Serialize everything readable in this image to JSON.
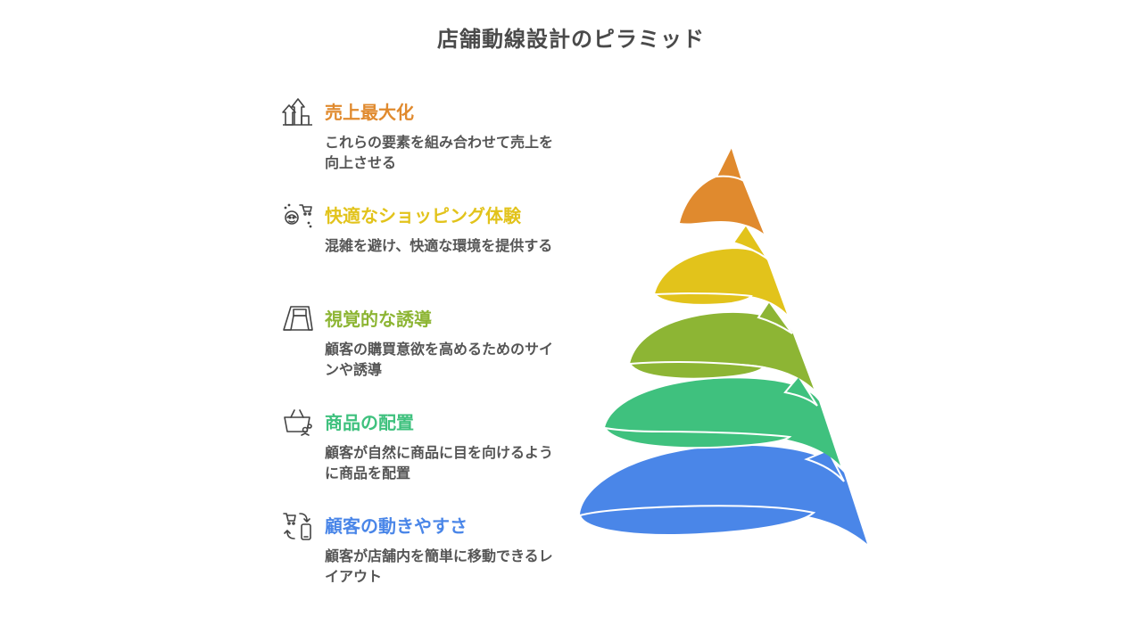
{
  "title": "店舗動線設計のピラミッド",
  "levels": [
    {
      "heading": "売上最大化",
      "description": "これらの要素を組み合わせて売上を向上させる",
      "icon": "growth-arrow-icon",
      "color": "#e08a2e"
    },
    {
      "heading": "快適なショッピング体験",
      "description": "混雑を避け、快適な環境を提供する",
      "icon": "shopper-cart-icon",
      "color": "#e2c31b"
    },
    {
      "heading": "視覚的な誘導",
      "description": "顧客の購買意欲を高めるためのサインや誘導",
      "icon": "signboard-icon",
      "color": "#8db534"
    },
    {
      "heading": "商品の配置",
      "description": "顧客が自然に商品に目を向けるように商品を配置",
      "icon": "product-basket-icon",
      "color": "#3fc17e"
    },
    {
      "heading": "顧客の動きやすさ",
      "description": "顧客が店舗内を簡単に移動できるレイアウト",
      "icon": "cart-mobile-icon",
      "color": "#4a86e8"
    }
  ]
}
